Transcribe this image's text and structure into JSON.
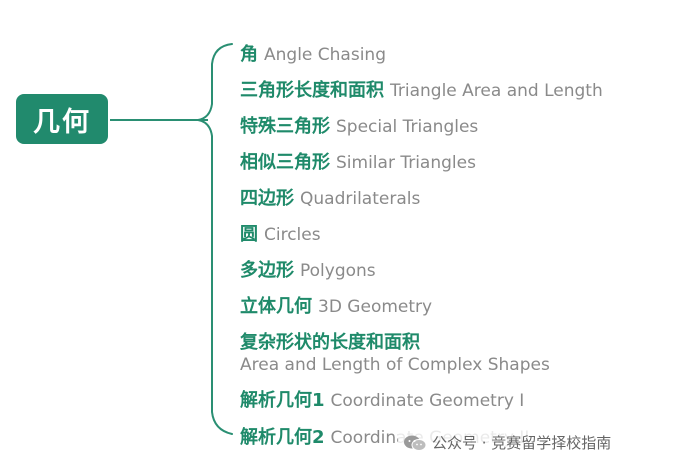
{
  "root": {
    "label": "几何"
  },
  "branches": [
    {
      "zh": "角",
      "en": "Angle Chasing"
    },
    {
      "zh": "三角形长度和面积",
      "en": "Triangle Area and Length"
    },
    {
      "zh": "特殊三角形",
      "en": "Special Triangles"
    },
    {
      "zh": "相似三角形",
      "en": "Similar Triangles"
    },
    {
      "zh": "四边形",
      "en": "Quadrilaterals"
    },
    {
      "zh": "圆",
      "en": "Circles"
    },
    {
      "zh": "多边形",
      "en": "Polygons"
    },
    {
      "zh": "立体几何",
      "en": "3D Geometry"
    },
    {
      "zh": "复杂形状的长度和面积",
      "en": "Area and Length of Complex Shapes"
    },
    {
      "zh": "解析几何1",
      "en": "Coordinate Geometry I"
    },
    {
      "zh": "解析几何2",
      "en": "Coordinate Geometry II"
    }
  ],
  "watermark": {
    "text": "公众号 · 竞赛留学择校指南",
    "icon": "wechat-icon"
  },
  "colors": {
    "accent": "#218a6d",
    "branch_text": "#1f8a6a",
    "english_text": "#8a8a8a"
  }
}
